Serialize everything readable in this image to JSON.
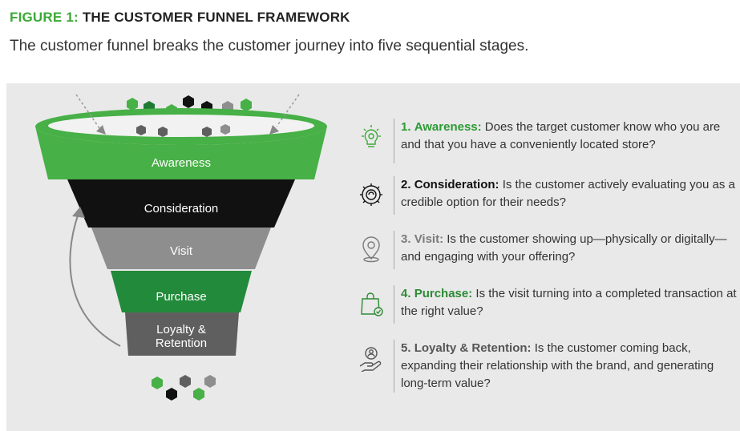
{
  "figure": {
    "label": "FIGURE 1:",
    "title": "THE CUSTOMER FUNNEL FRAMEWORK",
    "subtitle": "The customer funnel breaks the customer journey into five sequential stages."
  },
  "colors": {
    "accent": "#3aa936",
    "green_dark": "#228b3b",
    "black": "#111111",
    "gray": "#8e8e8e",
    "gray_dark": "#5f5f5f",
    "panel": "#e9e9e9"
  },
  "funnel": [
    {
      "label": "Awareness",
      "color": "#47b046"
    },
    {
      "label": "Consideration",
      "color": "#111111"
    },
    {
      "label": "Visit",
      "color": "#8e8e8e"
    },
    {
      "label": "Purchase",
      "color": "#228b3b"
    },
    {
      "label": "Loyalty & Retention",
      "color": "#5f5f5f"
    }
  ],
  "stages": [
    {
      "num": "1.",
      "name": "Awareness:",
      "text": "Does the target customer know who you are and that you have a conveniently located store?",
      "icon": "lightbulb-gear-icon",
      "color": "#2d9a35"
    },
    {
      "num": "2.",
      "name": "Consideration:",
      "text": "Is the customer actively evaluating you as a credible option for their needs?",
      "icon": "gear-cycle-icon",
      "color": "#111111"
    },
    {
      "num": "3.",
      "name": "Visit:",
      "text": "Is the customer showing up—physically or digitally—and engaging with your offering?",
      "icon": "location-pin-icon",
      "color": "#7a7a7a"
    },
    {
      "num": "4.",
      "name": "Purchase:",
      "text": "Is the visit turning into a completed transaction at the right value?",
      "icon": "shopping-bag-check-icon",
      "color": "#2d8a35"
    },
    {
      "num": "5.",
      "name": "Loyalty & Retention:",
      "text": "Is the customer coming back, expanding their relationship with the brand, and generating long-term value?",
      "icon": "hand-person-icon",
      "color": "#555555"
    }
  ]
}
